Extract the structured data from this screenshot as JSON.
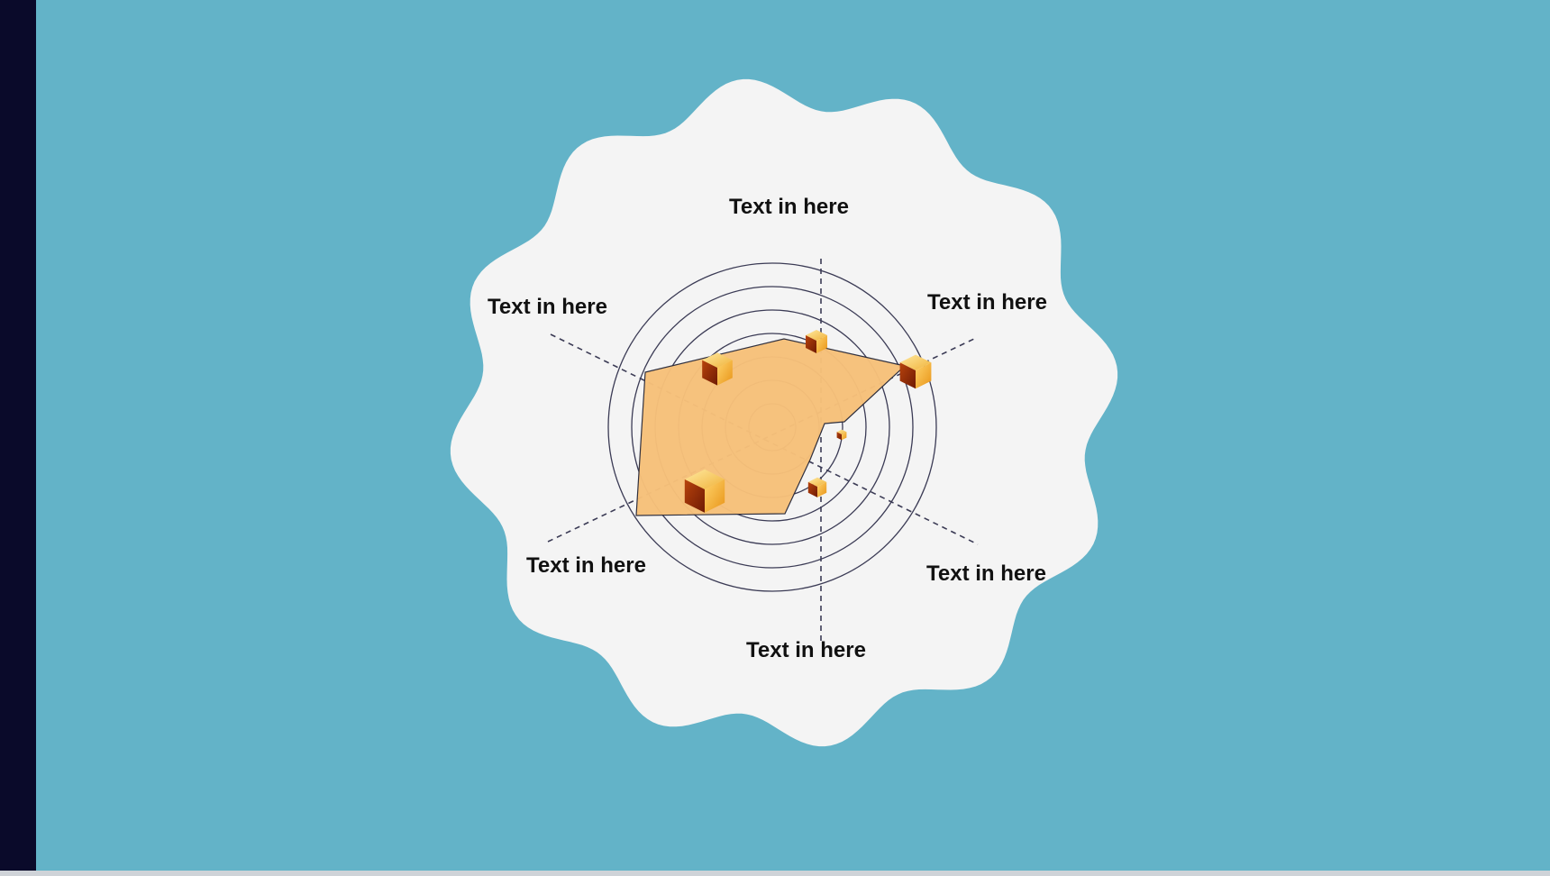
{
  "slide": {
    "background_color": "#63b3c8",
    "left_strip_color": "#0a0a2a",
    "badge_color": "#f4f4f4"
  },
  "diagram": {
    "type": "radar-with-concentric-rings",
    "ring_count": 7,
    "polygon_color": "#f7c17a",
    "cube_color": "#e8a019",
    "labels": [
      "Text in here",
      "Text in here",
      "Text in here",
      "Text in here",
      "Text in here",
      "Text in here"
    ]
  }
}
